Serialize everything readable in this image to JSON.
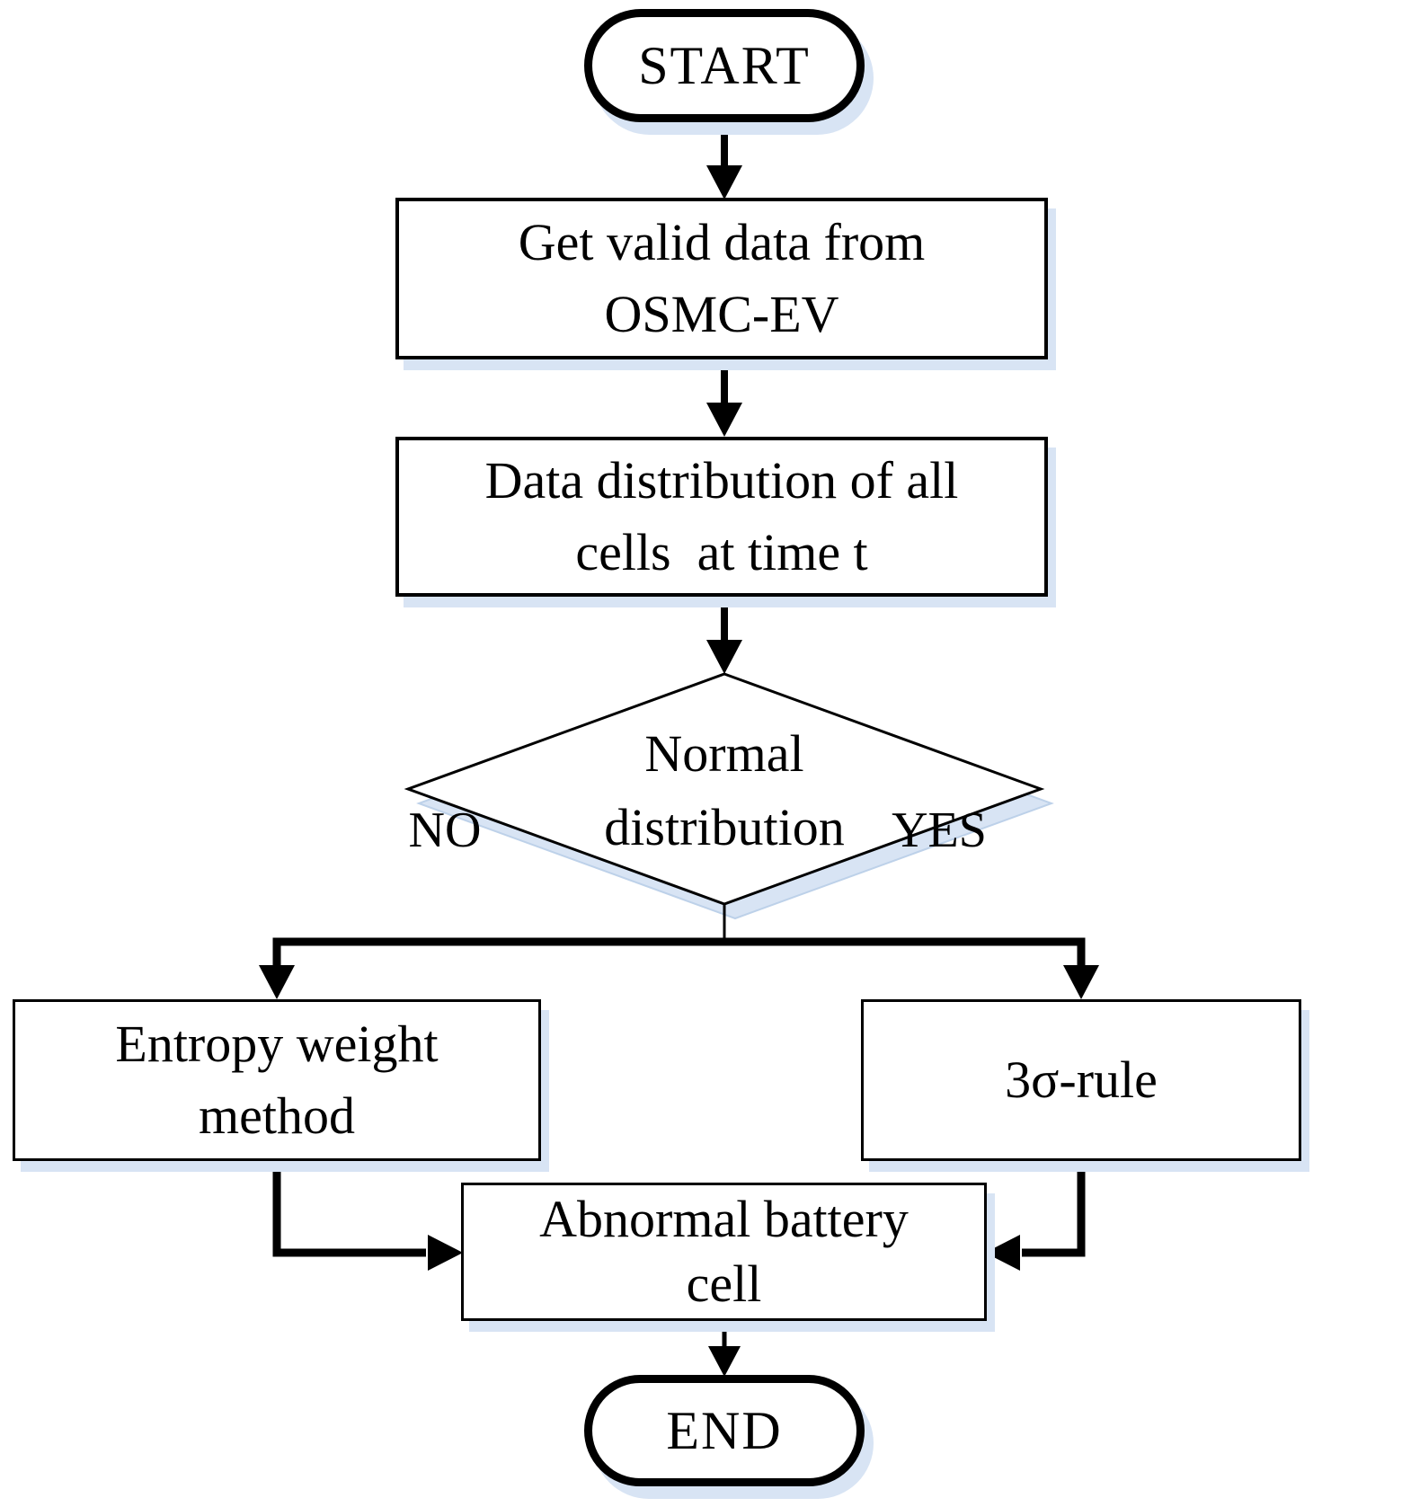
{
  "diagram": {
    "type": "flowchart",
    "nodes": {
      "start": {
        "label": "START"
      },
      "get_data": {
        "lines": [
          "Get valid data from",
          "OSMC-EV"
        ]
      },
      "distribution": {
        "lines": [
          "Data distribution of all",
          "cells  at time t"
        ]
      },
      "decision": {
        "lines": [
          "Normal",
          "distribution"
        ]
      },
      "entropy": {
        "lines": [
          "Entropy weight",
          "method"
        ]
      },
      "sigma": {
        "label": "3σ-rule"
      },
      "abnormal": {
        "lines": [
          "Abnormal battery",
          "cell"
        ]
      },
      "end": {
        "label": "END"
      }
    },
    "branch_labels": {
      "no": "NO",
      "yes": "YES"
    },
    "colors": {
      "stroke": "#000000",
      "node_fill": "#ffffff",
      "shadow": "#d8e4f4",
      "shadow_edge": "#bdd1e9",
      "background": "#ffffff"
    }
  }
}
